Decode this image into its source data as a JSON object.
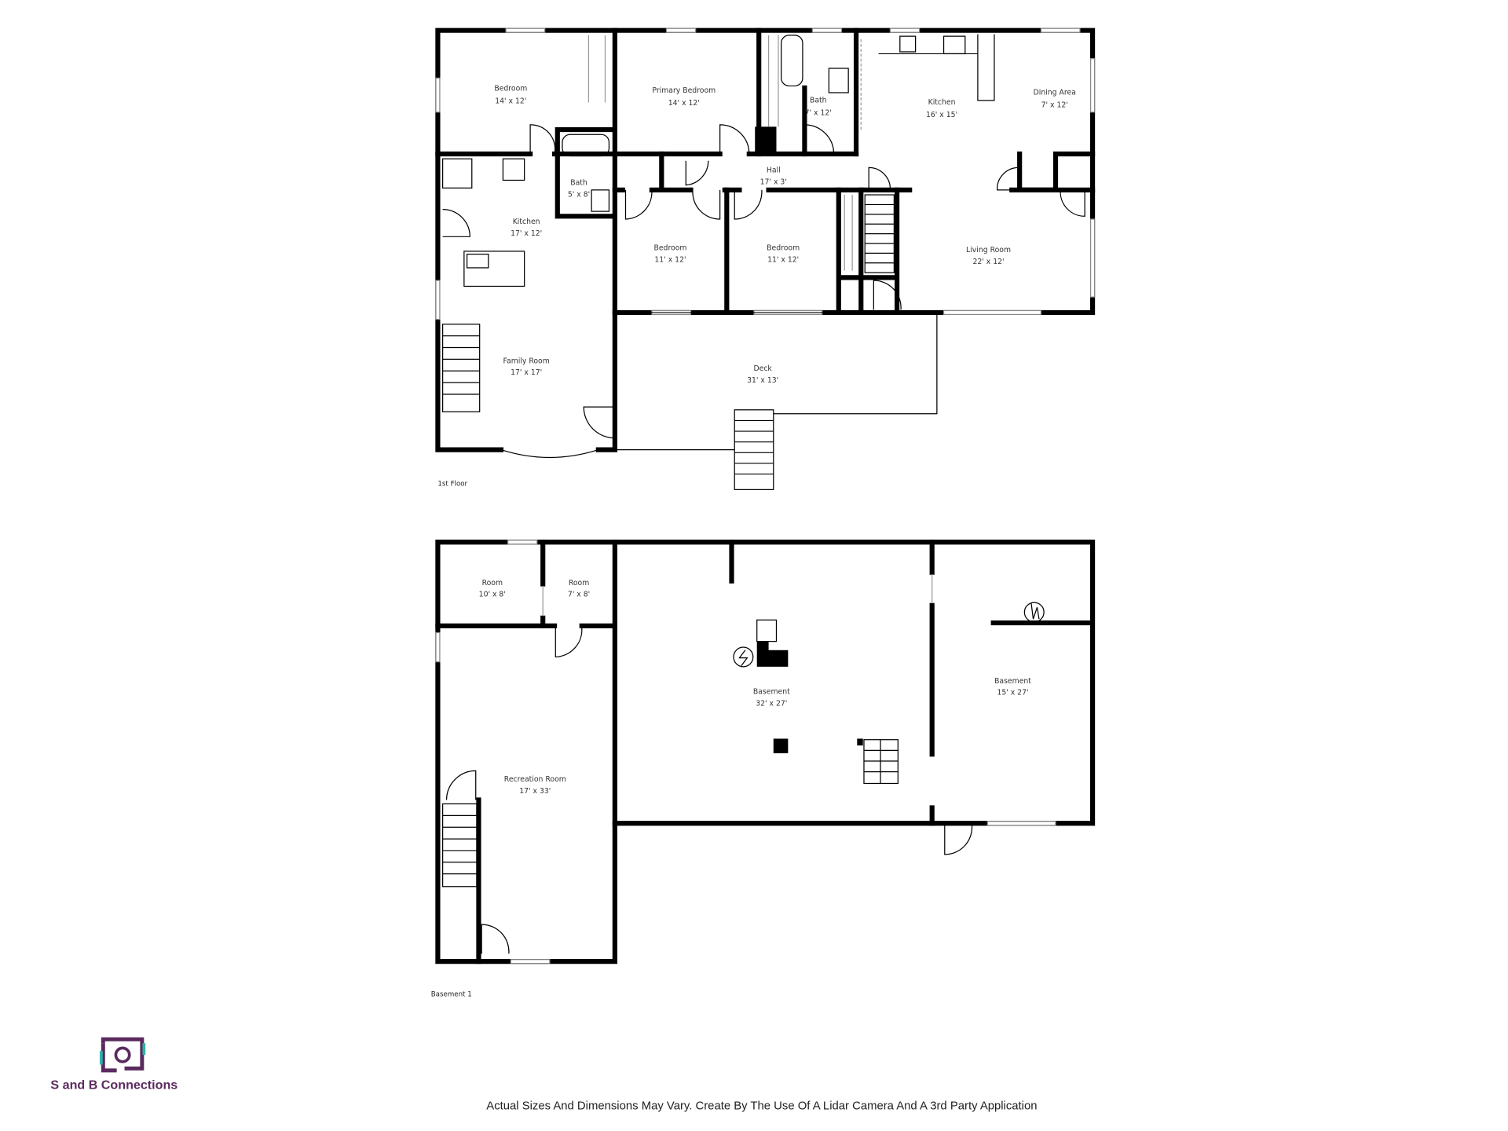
{
  "first_floor": {
    "label": "1st Floor",
    "rooms": [
      {
        "name": "Bedroom",
        "size": "14' x 12'"
      },
      {
        "name": "Primary Bedroom",
        "size": "14' x 12'"
      },
      {
        "name": "Bath",
        "size": "7' x 12'"
      },
      {
        "name": "Kitchen",
        "size": "16' x 15'"
      },
      {
        "name": "Dining Area",
        "size": "7' x 12'"
      },
      {
        "name": "Hall",
        "size": "17' x 3'"
      },
      {
        "name": "Bath",
        "size": "5' x 8'"
      },
      {
        "name": "Kitchen",
        "size": "17' x 12'"
      },
      {
        "name": "Bedroom",
        "size": "11' x 12'"
      },
      {
        "name": "Bedroom",
        "size": "11' x 12'"
      },
      {
        "name": "Living Room",
        "size": "22' x 12'"
      },
      {
        "name": "Family Room",
        "size": "17' x 17'"
      },
      {
        "name": "Deck",
        "size": "31' x 13'"
      }
    ]
  },
  "basement": {
    "label": "Basement 1",
    "rooms": [
      {
        "name": "Room",
        "size": "10' x 8'"
      },
      {
        "name": "Room",
        "size": "7' x 8'"
      },
      {
        "name": "Basement",
        "size": "32' x 27'"
      },
      {
        "name": "Basement",
        "size": "15' x 27'"
      },
      {
        "name": "Recreation Room",
        "size": "17' x 33'"
      }
    ]
  },
  "brand": {
    "name": "S and B Connections",
    "colors": {
      "primary": "#5a2a5e",
      "accent": "#2bb5a8"
    }
  },
  "footer": {
    "disclaimer": "Actual Sizes And Dimensions May Vary. Create By The Use Of A Lidar Camera And A 3rd Party Application"
  }
}
